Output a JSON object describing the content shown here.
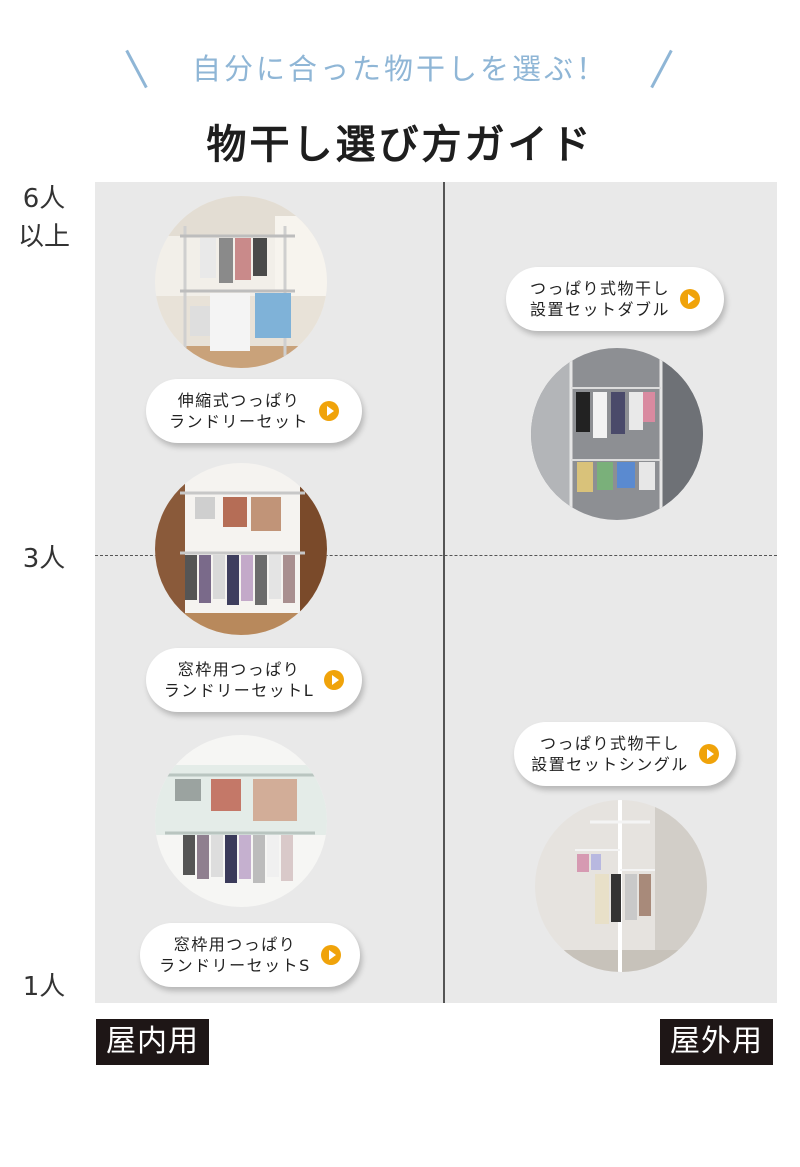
{
  "header": {
    "subtitle": "自分に合った物干しを選ぶ！",
    "title": "物干し選び方ガイド"
  },
  "axis": {
    "y_top_line1": "6人",
    "y_top_line2": "以上",
    "y_mid": "3人",
    "y_bottom": "1人",
    "x_left": "屋内用",
    "x_right": "屋外用"
  },
  "products": [
    {
      "line1": "伸縮式つっぱり",
      "line2": "ランドリーセット"
    },
    {
      "line1": "窓枠用つっぱり",
      "line2": "ランドリーセットL"
    },
    {
      "line1": "窓枠用つっぱり",
      "line2": "ランドリーセットS"
    },
    {
      "line1": "つっぱり式物干し",
      "line2": "設置セットダブル"
    },
    {
      "line1": "つっぱり式物干し",
      "line2": "設置セットシングル"
    }
  ],
  "colors": {
    "accent_play": "#f0a30a",
    "subtitle": "#8fb6d6",
    "chart_bg": "#e9e9e9",
    "label_bg": "#1e1616"
  }
}
